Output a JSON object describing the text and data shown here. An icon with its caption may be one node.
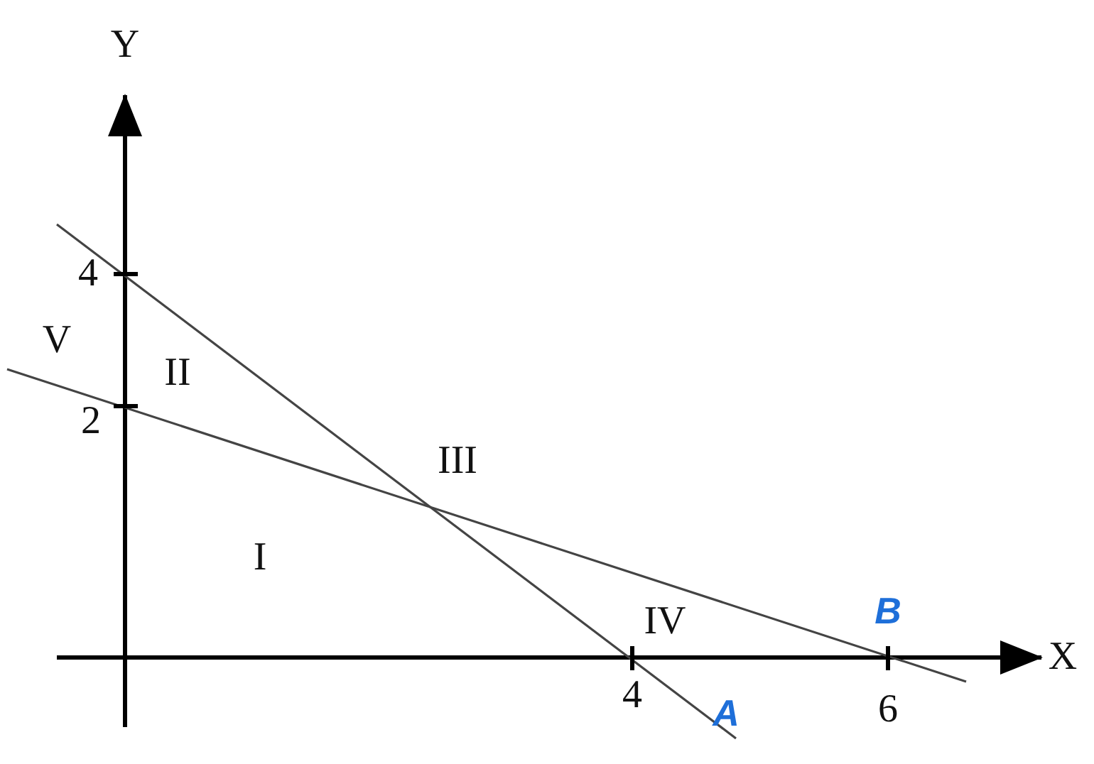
{
  "diagram": {
    "labels": [
      "Y",
      "4",
      "V",
      "II",
      "2",
      "III",
      "I",
      "IV",
      "B",
      "X",
      "4",
      "A",
      "6"
    ]
  }
}
